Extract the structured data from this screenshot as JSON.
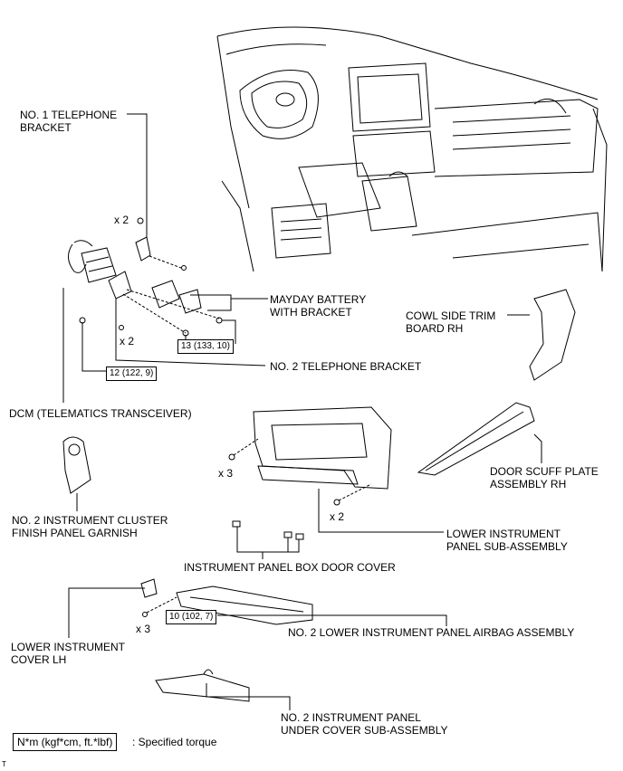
{
  "labels": {
    "tel_bracket_1": [
      "NO. 1 TELEPHONE",
      "BRACKET"
    ],
    "mayday": [
      "MAYDAY BATTERY",
      "WITH BRACKET"
    ],
    "cowl": [
      "COWL SIDE TRIM",
      "BOARD RH"
    ],
    "tel_bracket_2": "NO. 2 TELEPHONE BRACKET",
    "dcm": "DCM (TELEMATICS TRANSCEIVER)",
    "door_scuff": [
      "DOOR SCUFF PLATE",
      "ASSEMBLY RH"
    ],
    "cluster_garnish": [
      "NO. 2 INSTRUMENT CLUSTER",
      "FINISH PANEL GARNISH"
    ],
    "lower_panel": [
      "LOWER INSTRUMENT",
      "PANEL SUB-ASSEMBLY"
    ],
    "box_door_cover": "INSTRUMENT PANEL BOX DOOR COVER",
    "airbag": "NO. 2 LOWER INSTRUMENT PANEL AIRBAG ASSEMBLY",
    "lower_cover_lh": [
      "LOWER INSTRUMENT",
      "COVER LH"
    ],
    "under_cover": [
      "NO. 2 INSTRUMENT PANEL",
      "UNDER COVER SUB-ASSEMBLY"
    ]
  },
  "quantities": {
    "q_tel1": "x 2",
    "q_tel2": "x 2",
    "q_lower_left": "x 3",
    "q_lower_right": "x 2",
    "q_airbag": "x 3"
  },
  "torques": {
    "t_mayday": "13 (133, 10)",
    "t_tel2": "12 (122, 9)",
    "t_airbag": "10 (102, 7)"
  },
  "legend": {
    "unit": "N*m (kgf*cm, ft.*lbf)",
    "text": ": Specified torque"
  },
  "footer": "T"
}
